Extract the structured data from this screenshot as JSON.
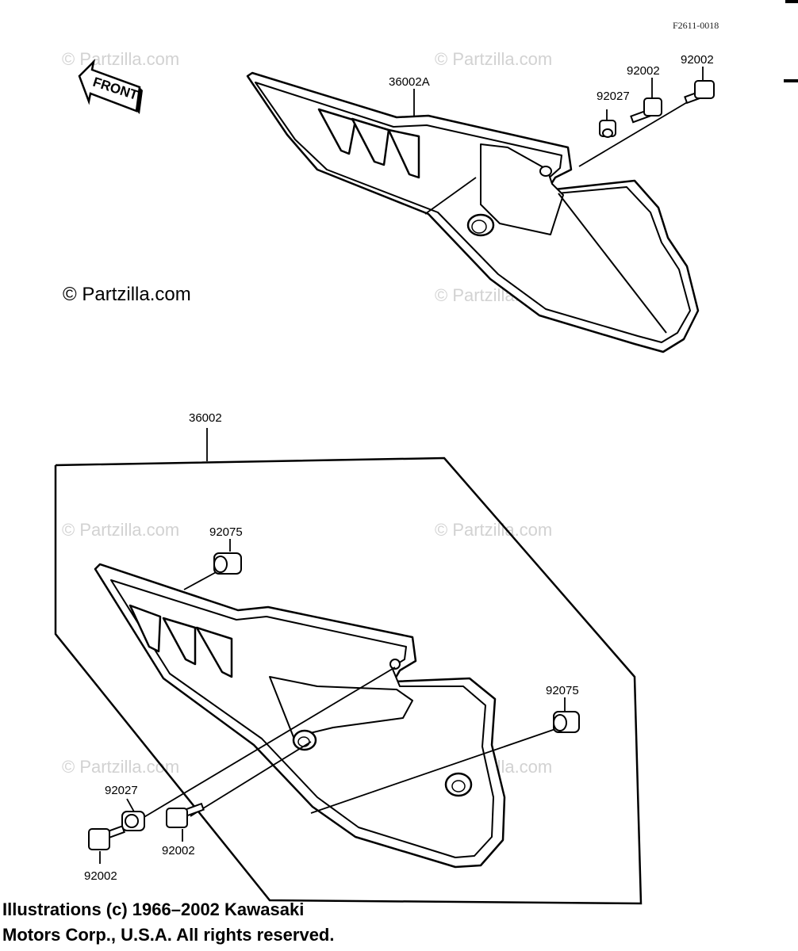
{
  "diagram": {
    "reference_code": "F2611-0018",
    "front_arrow_label": "FRONT",
    "copyright_notice": "© Partzilla.com",
    "watermark_text": "© Partzilla.com",
    "parts": {
      "cover_upper": "36002A",
      "cover_lower": "36002",
      "collar_upper": "92027",
      "bolt_upper_1": "92002",
      "bolt_upper_2": "92002",
      "grommet_upper": "92075",
      "grommet_right": "92075",
      "collar_lower": "92027",
      "bolt_lower_left": "92002",
      "bolt_lower_mid": "92002"
    },
    "footer_line1": "Illustrations (c) 1966–2002 Kawasaki",
    "footer_line2": "Motors Corp., U.S.A.  All rights reserved."
  }
}
